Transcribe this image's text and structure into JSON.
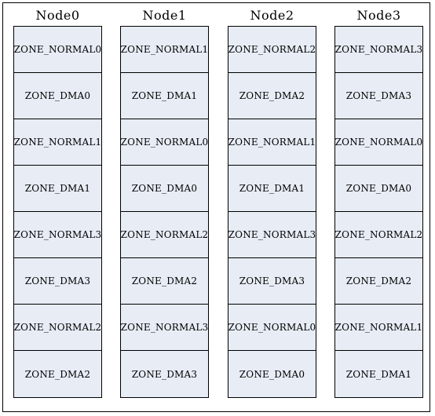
{
  "nodes": [
    {
      "title": "Node0",
      "zones": [
        "ZONE_NORMAL0",
        "ZONE_DMA0",
        "ZONE_NORMAL1",
        "ZONE_DMA1",
        "ZONE_NORMAL3",
        "ZONE_DMA3",
        "ZONE_NORMAL2",
        "ZONE_DMA2"
      ]
    },
    {
      "title": "Node1",
      "zones": [
        "ZONE_NORMAL1",
        "ZONE_DMA1",
        "ZONE_NORMAL0",
        "ZONE_DMA0",
        "ZONE_NORMAL2",
        "ZONE_DMA2",
        "ZONE_NORMAL3",
        "ZONE_DMA3"
      ]
    },
    {
      "title": "Node2",
      "zones": [
        "ZONE_NORMAL2",
        "ZONE_DMA2",
        "ZONE_NORMAL1",
        "ZONE_DMA1",
        "ZONE_NORMAL3",
        "ZONE_DMA3",
        "ZONE_NORMAL0",
        "ZONE_DMA0"
      ]
    },
    {
      "title": "Node3",
      "zones": [
        "ZONE_NORMAL3",
        "ZONE_DMA3",
        "ZONE_NORMAL0",
        "ZONE_DMA0",
        "ZONE_NORMAL2",
        "ZONE_DMA2",
        "ZONE_NORMAL1",
        "ZONE_DMA1"
      ]
    }
  ],
  "colors": {
    "cell_fill": "#e7ecf5",
    "border": "#000000",
    "text": "#000000"
  }
}
